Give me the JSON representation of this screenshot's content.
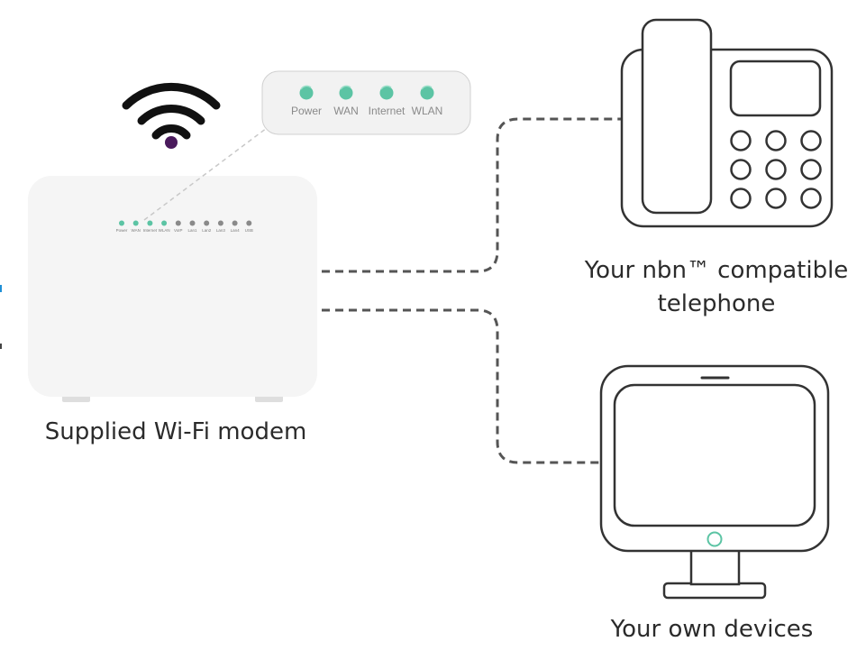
{
  "nodes": {
    "modem": {
      "caption": "Supplied Wi-Fi modem"
    },
    "telephone": {
      "caption_line1": "Your nbn™ compatible",
      "caption_line2": "telephone"
    },
    "devices": {
      "caption": "Your own devices"
    }
  },
  "modem_panel_lights": [
    {
      "label": "Power",
      "color": "#5cc4a4"
    },
    {
      "label": "WAN",
      "color": "#5cc4a4"
    },
    {
      "label": "Internet",
      "color": "#5cc4a4"
    },
    {
      "label": "WLAN",
      "color": "#5cc4a4"
    },
    {
      "label": "VoIP",
      "color": "#8a8a8a"
    },
    {
      "label": "Lan1",
      "color": "#8a8a8a"
    },
    {
      "label": "Lan2",
      "color": "#8a8a8a"
    },
    {
      "label": "Lan3",
      "color": "#8a8a8a"
    },
    {
      "label": "Lan4",
      "color": "#8a8a8a"
    },
    {
      "label": "USB",
      "color": "#8a8a8a"
    }
  ],
  "zoom_lights": [
    {
      "label": "Power"
    },
    {
      "label": "WAN"
    },
    {
      "label": "Internet"
    },
    {
      "label": "WLAN"
    }
  ],
  "colors": {
    "outline": "#333333",
    "led_active": "#5cc4a4",
    "wifi_dot": "#4a1a5c",
    "modem_body": "#f5f5f5",
    "connector": "#555555"
  },
  "icons": {
    "wifi": "wifi-icon",
    "telephone": "desk-phone-icon",
    "devices": "monitor-icon"
  }
}
